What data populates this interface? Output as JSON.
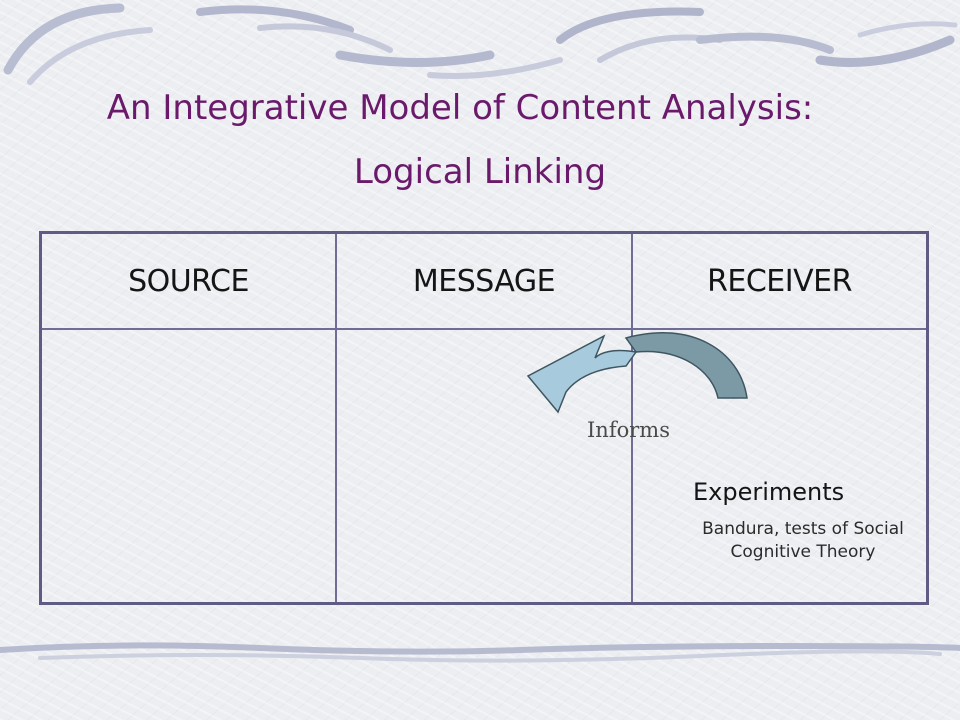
{
  "slide": {
    "title_line1": "An Integrative Model of Content Analysis:",
    "title_line2": "Logical Linking"
  },
  "table": {
    "headers": [
      "SOURCE",
      "MESSAGE",
      "RECEIVER"
    ]
  },
  "arrow": {
    "label": "Informs",
    "from_column": "RECEIVER",
    "to_column": "MESSAGE"
  },
  "receiver_cell": {
    "title": "Experiments",
    "description": "Bandura, tests of Social Cognitive Theory"
  },
  "colors": {
    "title": "#6b1a6b",
    "grid": "#5e5b85",
    "arrow_light": "#a7cbdc",
    "arrow_dark": "#7c9aa6"
  }
}
